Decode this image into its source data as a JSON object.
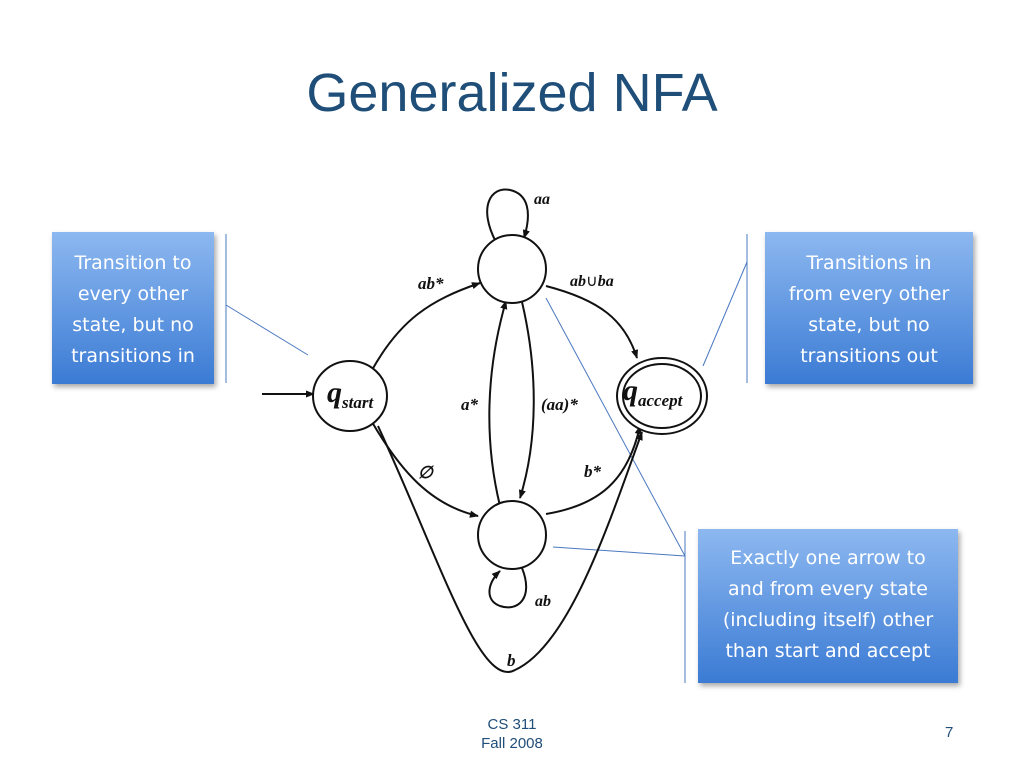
{
  "title": "Generalized NFA",
  "callouts": {
    "left": [
      "Transition to",
      "every other",
      "state, but no",
      "transitions in"
    ],
    "right": [
      "Transitions in",
      "from every other",
      "state, but no",
      "transitions out"
    ],
    "bottom": [
      "Exactly one arrow to",
      "and from every state",
      "(including itself) other",
      "than start and accept"
    ]
  },
  "diagram": {
    "states": {
      "start_main": "q",
      "start_sub": "start",
      "accept_main": "q",
      "accept_sub": "accept"
    },
    "labels": {
      "top_loop": "aa",
      "start_to_top": "ab*",
      "top_to_accept_a": "ab",
      "top_to_accept_union": "∪",
      "top_to_accept_b": "ba",
      "bottom_to_top": "a*",
      "top_to_bottom": "(aa)*",
      "start_to_bottom": "∅",
      "bottom_to_accept": "b*",
      "bottom_loop": "ab",
      "start_to_accept": "b"
    }
  },
  "footer": {
    "course": "CS 311",
    "term": "Fall 2008",
    "page": "7"
  },
  "colors": {
    "title": "#1f4e79",
    "callout_top": "#8db8f0",
    "callout_bottom": "#3b7bd4",
    "leader_line": "#4a78c0"
  }
}
